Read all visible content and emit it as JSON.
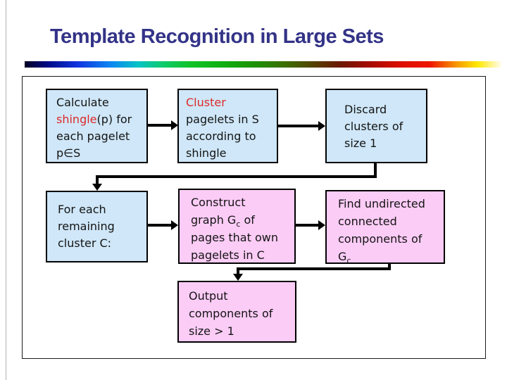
{
  "title": "Template Recognition in Large Sets",
  "colors": {
    "title": "#333388",
    "box-blue": "#cfe7f8",
    "box-pink": "#fbccf6",
    "red-text": "#dd2a2a",
    "arrow": "#000000"
  },
  "boxes": {
    "calculate": {
      "l1": "Calculate",
      "l2_red": "shingle",
      "l2_rest": "(p) for",
      "l3": "each pagelet",
      "l4": "p∈S"
    },
    "cluster": {
      "l1_red": "Cluster",
      "l2": "pagelets in S",
      "l3": "according to",
      "l4": "shingle"
    },
    "discard": {
      "l1": "Discard",
      "l2": "clusters of",
      "l3": "size 1"
    },
    "foreach": {
      "l1": "For each",
      "l2": "remaining",
      "l3": "cluster C:"
    },
    "construct": {
      "l1": "Construct",
      "l2_pre": "graph G",
      "l2_sub": "c",
      "l2_post": " of",
      "l3": "pages that own",
      "l4": "pagelets in C"
    },
    "find": {
      "l1": "Find undirected",
      "l2": "connected",
      "l3": "components of",
      "l4_pre": "G",
      "l4_sub": "c"
    },
    "output": {
      "l1": "Output",
      "l2": "components of",
      "l3": "size > 1"
    }
  }
}
